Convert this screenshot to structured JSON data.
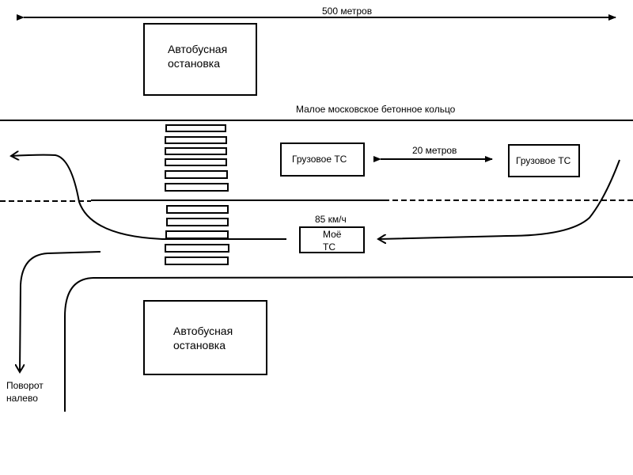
{
  "diagram": {
    "distance_total": "500 метров",
    "road_name": "Малое московское бетонное кольцо",
    "bus_stop_top": {
      "line1": "Автобусная",
      "line2": "остановка"
    },
    "bus_stop_bottom": {
      "line1": "Автобусная",
      "line2": "остановка"
    },
    "truck_left": "Грузовое ТС",
    "truck_right": "Грузовое ТС",
    "gap_distance": "20 метров",
    "my_vehicle": {
      "line1": "Моё",
      "line2": "ТС",
      "speed": "85 км/ч"
    },
    "turn_label": {
      "line1": "Поворот",
      "line2": "налево"
    },
    "crosswalk_stripes_upper": 6,
    "crosswalk_stripes_lower": 5,
    "colors": {
      "line": "#000000",
      "background": "#ffffff"
    }
  }
}
